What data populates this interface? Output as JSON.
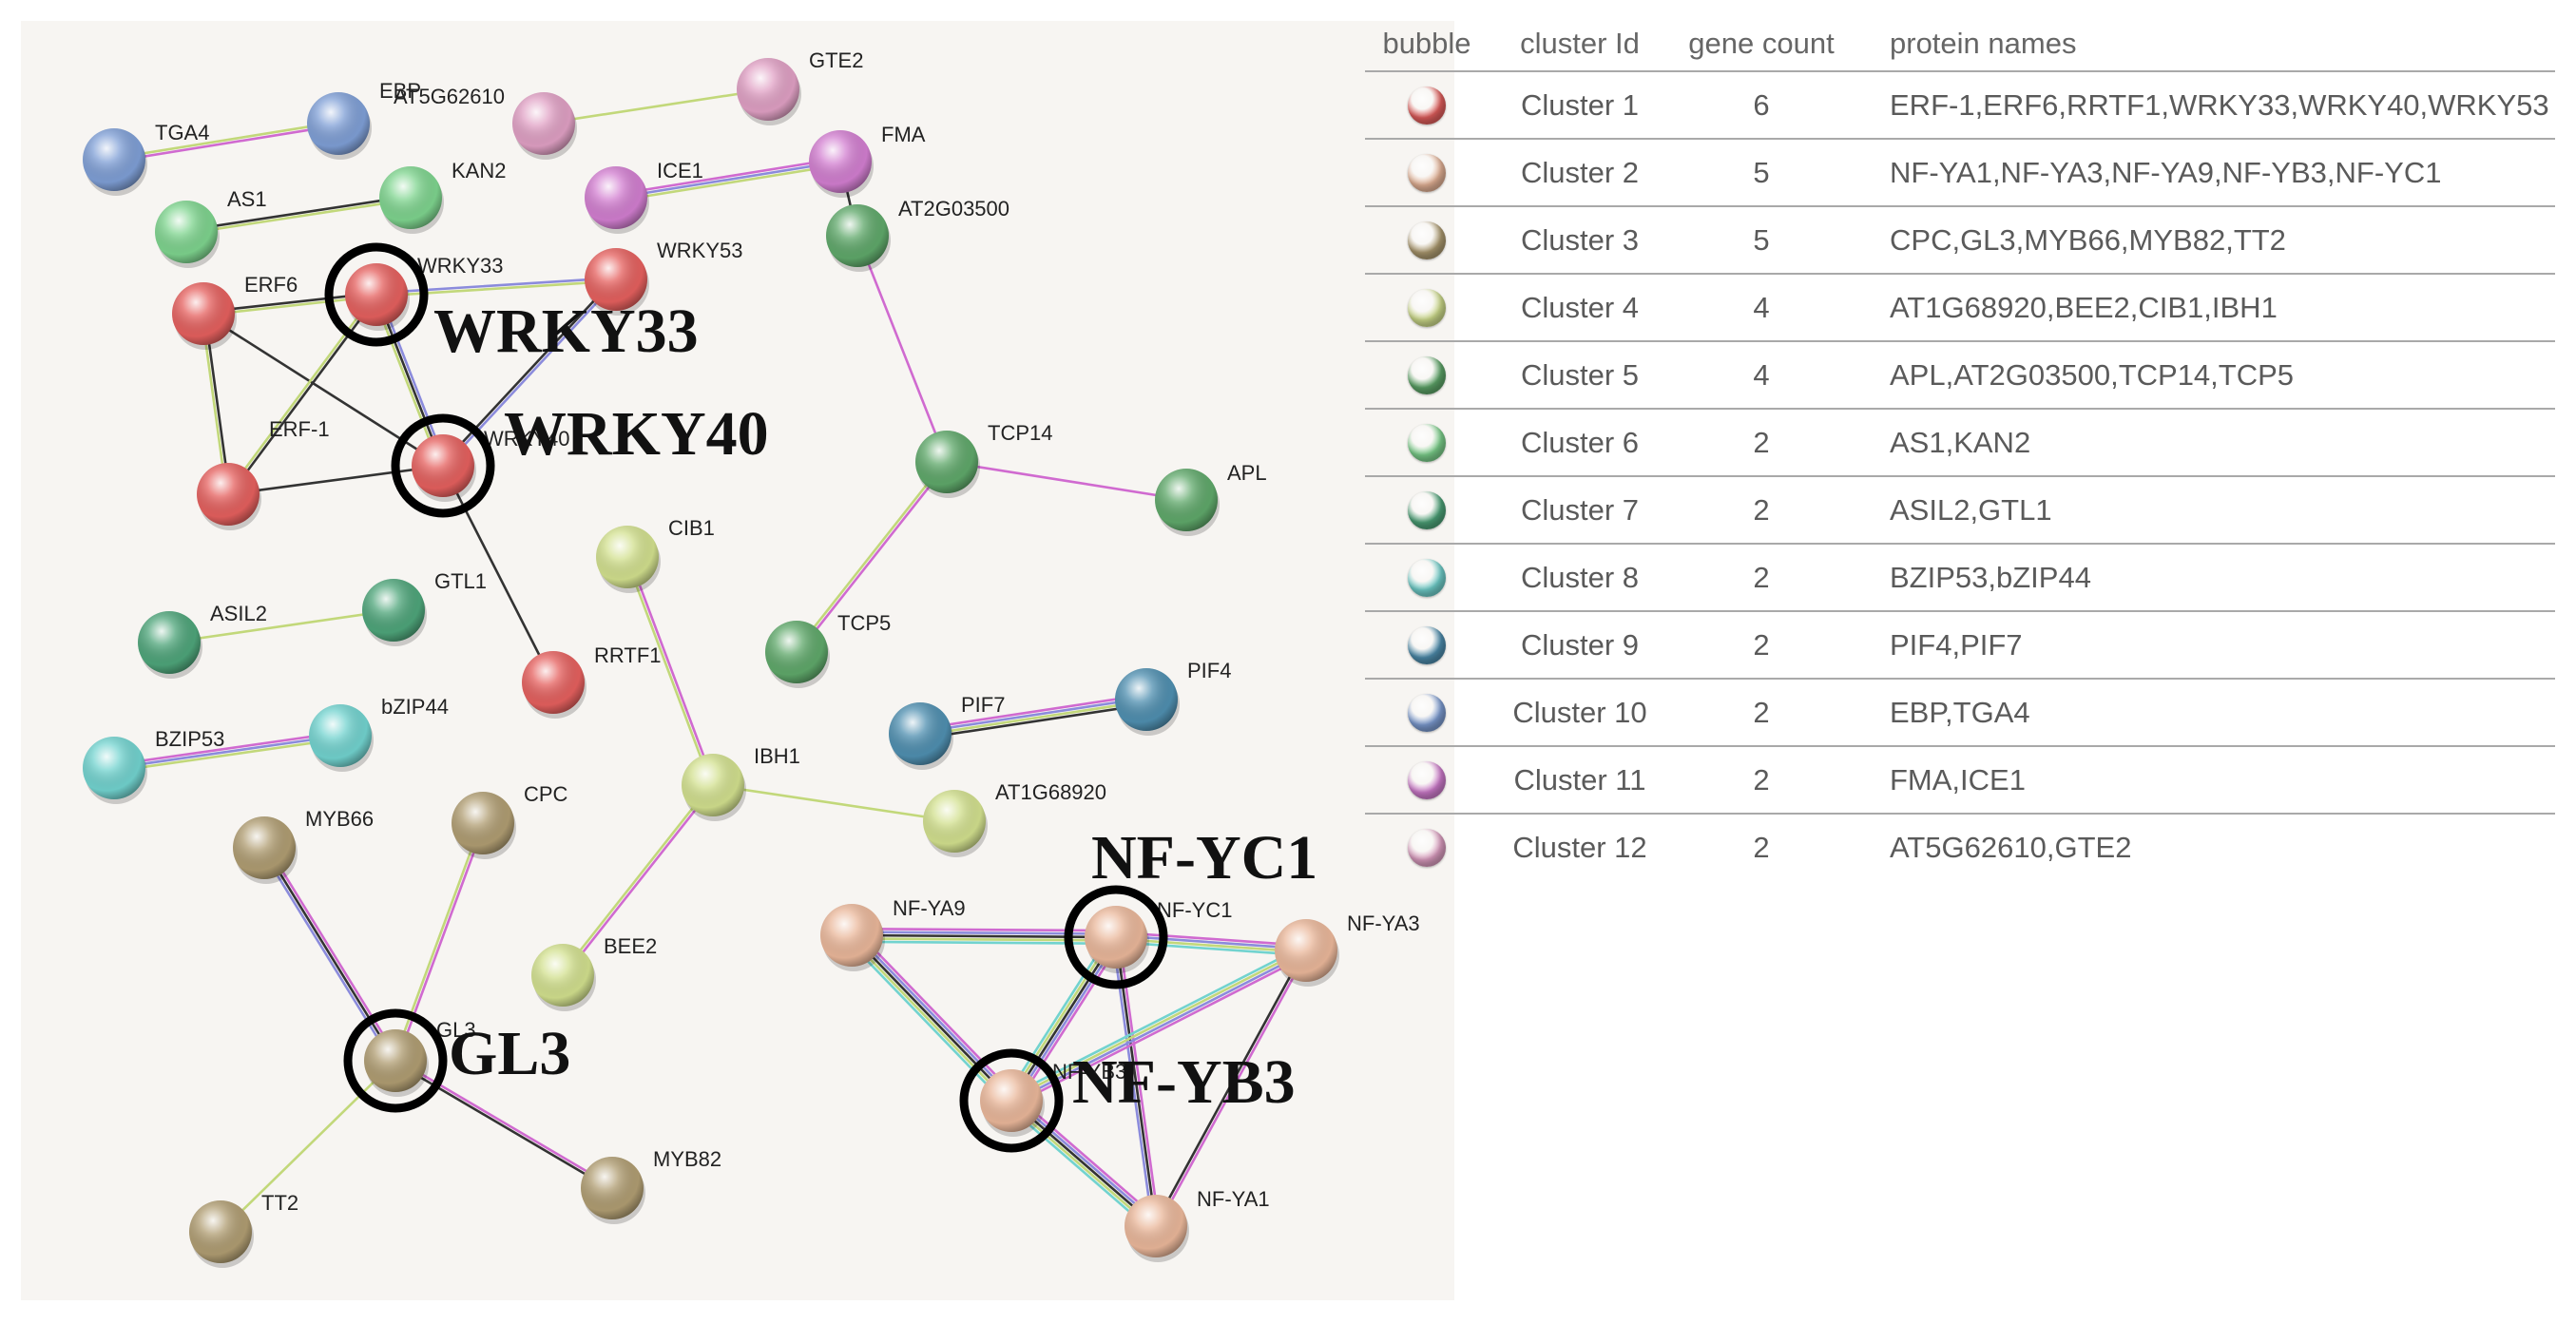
{
  "network": {
    "nodes": [
      {
        "id": "TGA4",
        "label": "TGA4",
        "color": "#7f9fd6"
      },
      {
        "id": "EBP",
        "label": "EBP",
        "color": "#7f9fd6"
      },
      {
        "id": "AT5G62610",
        "label": "AT5G62610",
        "color": "#e0a0c4"
      },
      {
        "id": "GTE2",
        "label": "GTE2",
        "color": "#e0a0c4"
      },
      {
        "id": "AS1",
        "label": "AS1",
        "color": "#7ed48e"
      },
      {
        "id": "KAN2",
        "label": "KAN2",
        "color": "#7ed48e"
      },
      {
        "id": "ICE1",
        "label": "ICE1",
        "color": "#d27ed0"
      },
      {
        "id": "FMA",
        "label": "FMA",
        "color": "#d27ed0"
      },
      {
        "id": "AT2G03500",
        "label": "AT2G03500",
        "color": "#5fa86a"
      },
      {
        "id": "ERF6",
        "label": "ERF6",
        "color": "#e5605e"
      },
      {
        "id": "WRKY33",
        "label": "WRKY33",
        "color": "#e5605e"
      },
      {
        "id": "WRKY53",
        "label": "WRKY53",
        "color": "#e5605e"
      },
      {
        "id": "ERF-1",
        "label": "ERF-1",
        "color": "#e5605e"
      },
      {
        "id": "WRKY40",
        "label": "WRKY40",
        "color": "#e5605e"
      },
      {
        "id": "TCP14",
        "label": "TCP14",
        "color": "#5fa86a"
      },
      {
        "id": "APL",
        "label": "APL",
        "color": "#5fa86a"
      },
      {
        "id": "CIB1",
        "label": "CIB1",
        "color": "#d2e08e"
      },
      {
        "id": "GTL1",
        "label": "GTL1",
        "color": "#4ea57a"
      },
      {
        "id": "ASIL2",
        "label": "ASIL2",
        "color": "#4ea57a"
      },
      {
        "id": "RRTF1",
        "label": "RRTF1",
        "color": "#e5605e"
      },
      {
        "id": "TCP5",
        "label": "TCP5",
        "color": "#5fa86a"
      },
      {
        "id": "PIF7",
        "label": "PIF7",
        "color": "#4f8fb0"
      },
      {
        "id": "PIF4",
        "label": "PIF4",
        "color": "#4f8fb0"
      },
      {
        "id": "BZIP53",
        "label": "BZIP53",
        "color": "#72d3cf"
      },
      {
        "id": "bZIP44",
        "label": "bZIP44",
        "color": "#72d3cf"
      },
      {
        "id": "IBH1",
        "label": "IBH1",
        "color": "#d2e08e"
      },
      {
        "id": "AT1G68920",
        "label": "AT1G68920",
        "color": "#d2e08e"
      },
      {
        "id": "MYB66",
        "label": "MYB66",
        "color": "#b09d72"
      },
      {
        "id": "CPC",
        "label": "CPC",
        "color": "#b09d72"
      },
      {
        "id": "NF-YA9",
        "label": "NF-YA9",
        "color": "#eab79a"
      },
      {
        "id": "NF-YC1",
        "label": "NF-YC1",
        "color": "#eab79a"
      },
      {
        "id": "NF-YA3",
        "label": "NF-YA3",
        "color": "#eab79a"
      },
      {
        "id": "BEE2",
        "label": "BEE2",
        "color": "#d2e08e"
      },
      {
        "id": "GL3",
        "label": "GL3",
        "color": "#b09d72"
      },
      {
        "id": "NF-YB3",
        "label": "NF-YB3",
        "color": "#eab79a"
      },
      {
        "id": "MYB82",
        "label": "MYB82",
        "color": "#b09d72"
      },
      {
        "id": "TT2",
        "label": "TT2",
        "color": "#b09d72"
      },
      {
        "id": "NF-YA1",
        "label": "NF-YA1",
        "color": "#eab79a"
      }
    ],
    "edges": [
      {
        "source": "TGA4",
        "target": "EBP"
      },
      {
        "source": "AT5G62610",
        "target": "GTE2"
      },
      {
        "source": "AS1",
        "target": "KAN2"
      },
      {
        "source": "ICE1",
        "target": "FMA"
      },
      {
        "source": "FMA",
        "target": "AT2G03500"
      },
      {
        "source": "AT2G03500",
        "target": "TCP14"
      },
      {
        "source": "TCP14",
        "target": "APL"
      },
      {
        "source": "TCP14",
        "target": "TCP5"
      },
      {
        "source": "ERF6",
        "target": "WRKY33"
      },
      {
        "source": "ERF6",
        "target": "ERF-1"
      },
      {
        "source": "ERF6",
        "target": "WRKY40"
      },
      {
        "source": "WRKY33",
        "target": "WRKY53"
      },
      {
        "source": "WRKY33",
        "target": "ERF-1"
      },
      {
        "source": "WRKY33",
        "target": "WRKY40"
      },
      {
        "source": "WRKY53",
        "target": "WRKY40"
      },
      {
        "source": "ERF-1",
        "target": "WRKY40"
      },
      {
        "source": "WRKY40",
        "target": "RRTF1"
      },
      {
        "source": "ASIL2",
        "target": "GTL1"
      },
      {
        "source": "BZIP53",
        "target": "bZIP44"
      },
      {
        "source": "PIF7",
        "target": "PIF4"
      },
      {
        "source": "CIB1",
        "target": "IBH1"
      },
      {
        "source": "IBH1",
        "target": "AT1G68920"
      },
      {
        "source": "IBH1",
        "target": "BEE2"
      },
      {
        "source": "MYB66",
        "target": "GL3"
      },
      {
        "source": "CPC",
        "target": "GL3"
      },
      {
        "source": "GL3",
        "target": "MYB82"
      },
      {
        "source": "GL3",
        "target": "TT2"
      },
      {
        "source": "NF-YA9",
        "target": "NF-YC1"
      },
      {
        "source": "NF-YA9",
        "target": "NF-YB3"
      },
      {
        "source": "NF-YC1",
        "target": "NF-YA3"
      },
      {
        "source": "NF-YC1",
        "target": "NF-YB3"
      },
      {
        "source": "NF-YC1",
        "target": "NF-YA1"
      },
      {
        "source": "NF-YA3",
        "target": "NF-YB3"
      },
      {
        "source": "NF-YA3",
        "target": "NF-YA1"
      },
      {
        "source": "NF-YB3",
        "target": "NF-YA1"
      }
    ],
    "highlights": [
      {
        "node": "WRKY33",
        "label": "WRKY33"
      },
      {
        "node": "WRKY40",
        "label": "WRKY40"
      },
      {
        "node": "NF-YC1",
        "label": "NF-YC1"
      },
      {
        "node": "NF-YB3",
        "label": "NF-YB3"
      },
      {
        "node": "GL3",
        "label": "GL3"
      }
    ]
  },
  "table": {
    "headers": {
      "bubble": "bubble",
      "cluster": "cluster Id",
      "count": "gene count",
      "names": "protein names"
    },
    "rows": [
      {
        "cluster": "Cluster 1",
        "count": "6",
        "names": "ERF-1,ERF6,RRTF1,WRKY33,WRKY40,WRKY53",
        "color": "#e5605e"
      },
      {
        "cluster": "Cluster 2",
        "count": "5",
        "names": "NF-YA1,NF-YA3,NF-YA9,NF-YB3,NF-YC1",
        "color": "#eab79a"
      },
      {
        "cluster": "Cluster 3",
        "count": "5",
        "names": "CPC,GL3,MYB66,MYB82,TT2",
        "color": "#b09d72"
      },
      {
        "cluster": "Cluster 4",
        "count": "4",
        "names": "AT1G68920,BEE2,CIB1,IBH1",
        "color": "#d2e08e"
      },
      {
        "cluster": "Cluster 5",
        "count": "4",
        "names": "APL,AT2G03500,TCP14,TCP5",
        "color": "#5fa86a"
      },
      {
        "cluster": "Cluster 6",
        "count": "2",
        "names": "AS1,KAN2",
        "color": "#7ed48e"
      },
      {
        "cluster": "Cluster 7",
        "count": "2",
        "names": "ASIL2,GTL1",
        "color": "#4ea57a"
      },
      {
        "cluster": "Cluster 8",
        "count": "2",
        "names": "BZIP53,bZIP44",
        "color": "#72d3cf"
      },
      {
        "cluster": "Cluster 9",
        "count": "2",
        "names": "PIF4,PIF7",
        "color": "#4f8fb0"
      },
      {
        "cluster": "Cluster 10",
        "count": "2",
        "names": "EBP,TGA4",
        "color": "#7f9fd6"
      },
      {
        "cluster": "Cluster 11",
        "count": "2",
        "names": "FMA,ICE1",
        "color": "#d27ed0"
      },
      {
        "cluster": "Cluster 12",
        "count": "2",
        "names": "AT5G62610,GTE2",
        "color": "#e0a0c4"
      }
    ]
  }
}
